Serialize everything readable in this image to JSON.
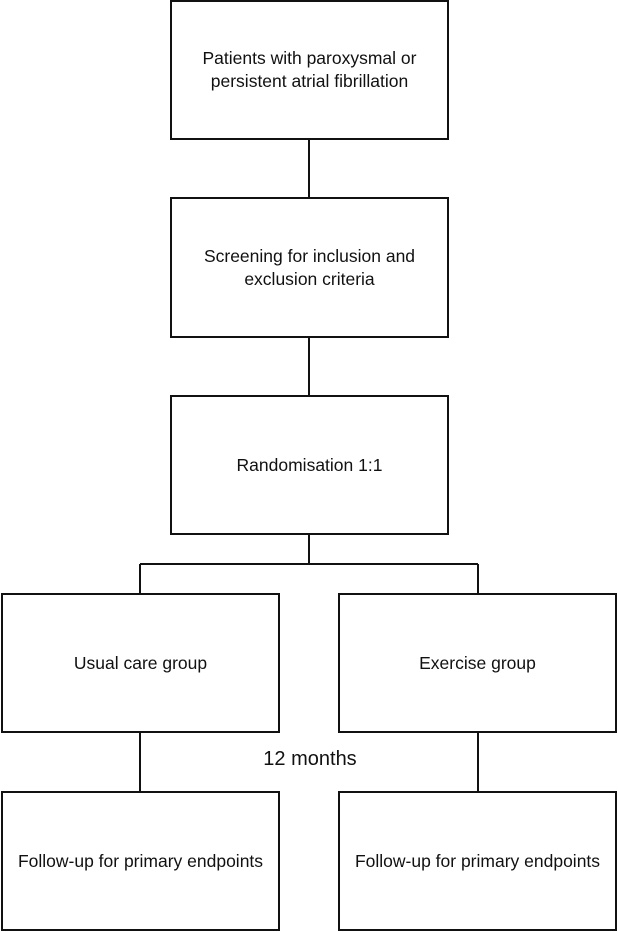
{
  "flowchart": {
    "nodes": {
      "population": "Patients with paroxysmal or persistent atrial fibrillation",
      "screening": "Screening for inclusion and exclusion criteria",
      "randomisation": "Randomisation 1:1",
      "usual_care": "Usual care group",
      "exercise": "Exercise group",
      "followup_usual": "Follow-up for primary endpoints",
      "followup_exercise": "Follow-up for primary endpoints"
    },
    "interval_label": "12 months"
  }
}
